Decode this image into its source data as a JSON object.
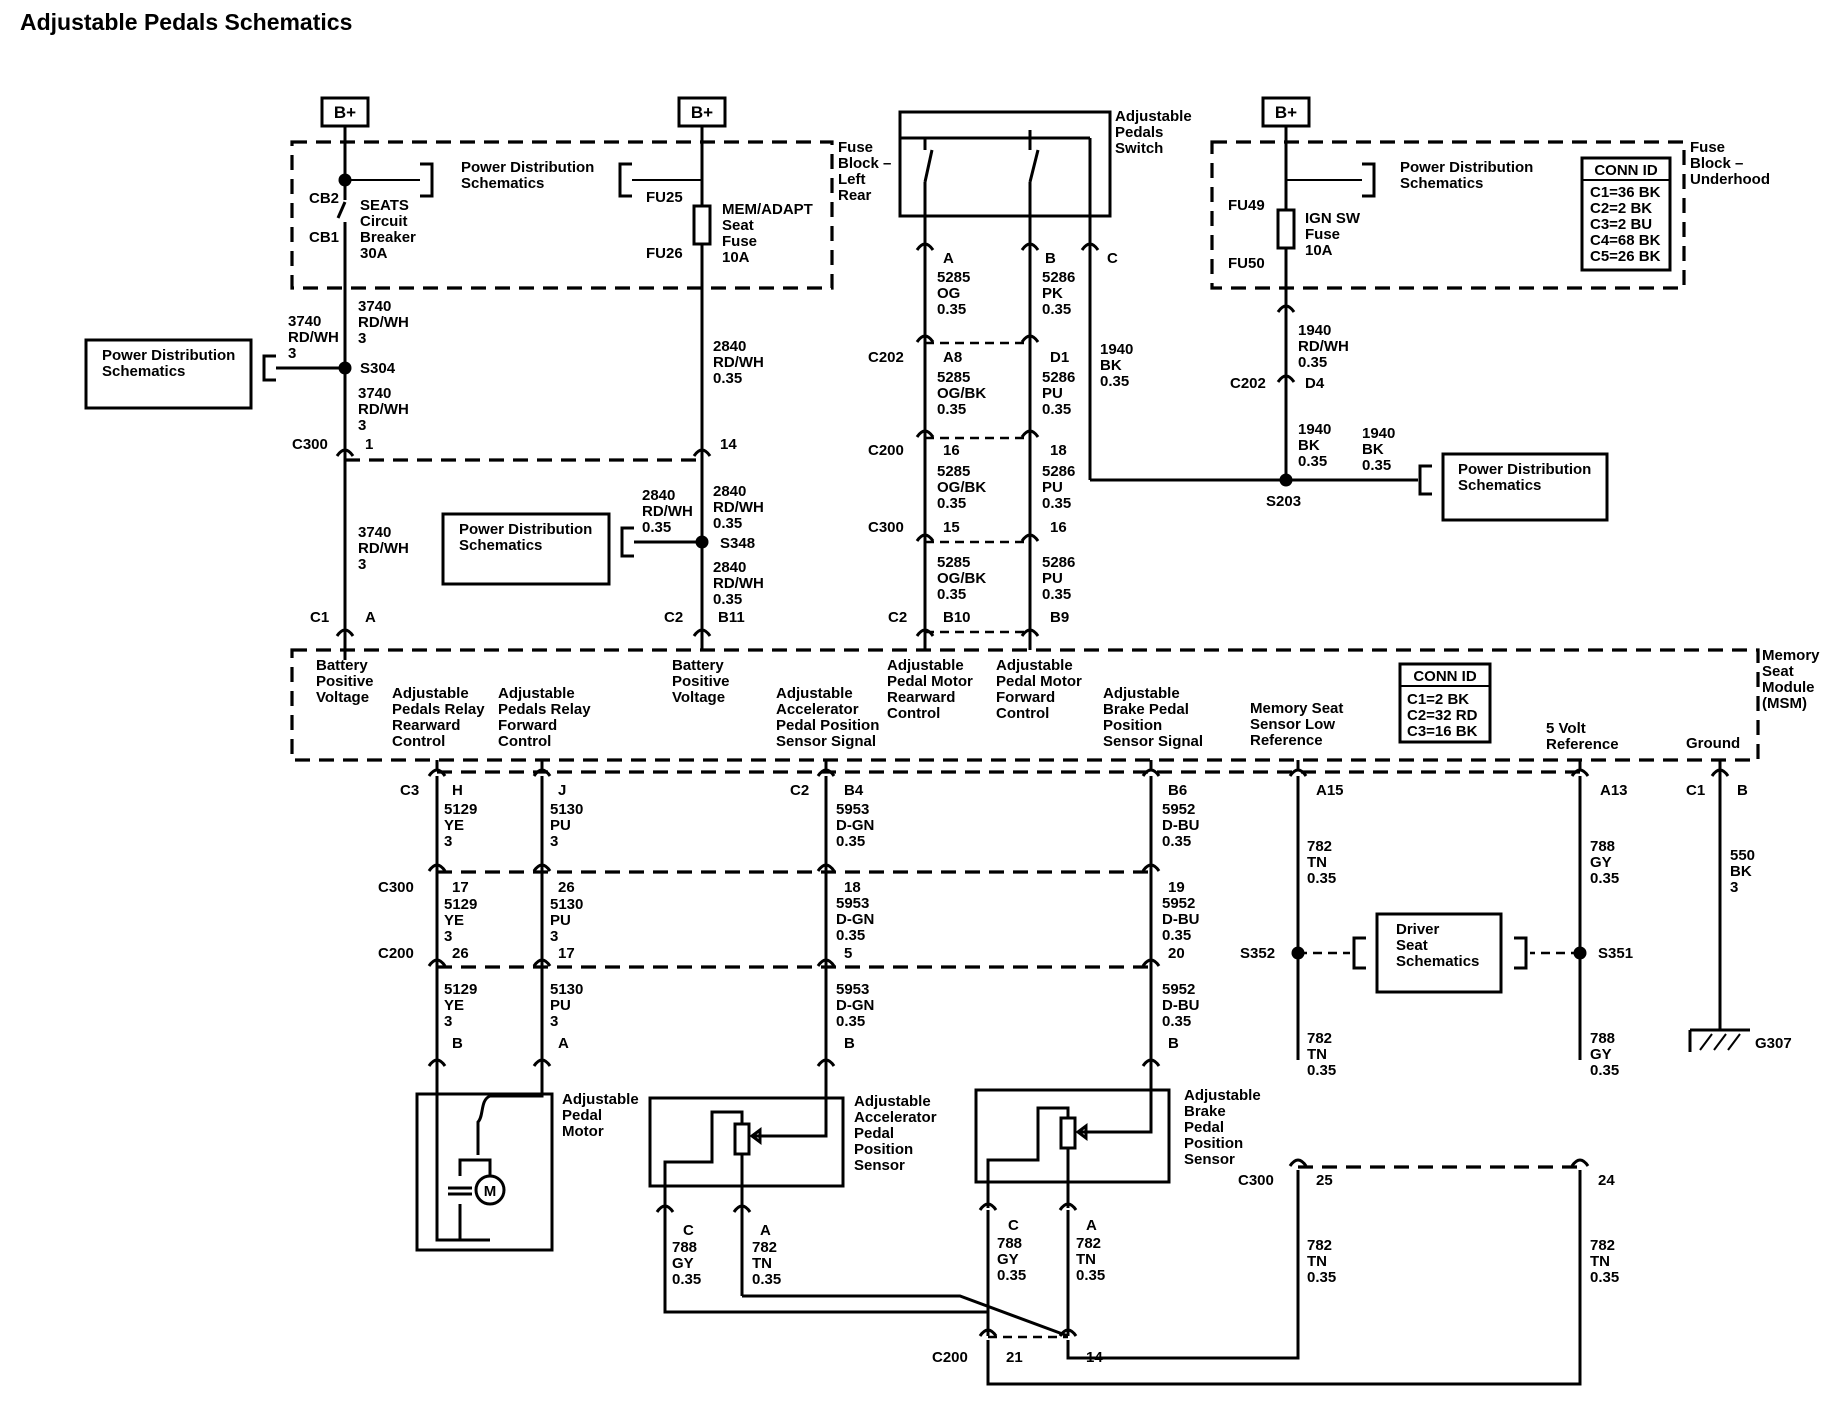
{
  "title": "Adjustable Pedals Schematics",
  "bplus": "B+",
  "fuse_block_left_rear": [
    "Fuse",
    "Block –",
    "Left",
    "Rear"
  ],
  "fuse_block_underhood": [
    "Fuse",
    "Block –",
    "Underhood"
  ],
  "power_distribution": [
    "Power Distribution",
    "Schematics"
  ],
  "driver_seat": [
    "Driver",
    "Seat",
    "Schematics"
  ],
  "cb2": "CB2",
  "cb1": "CB1",
  "seats_breaker": [
    "SEATS",
    "Circuit",
    "Breaker",
    "30A"
  ],
  "fu25": "FU25",
  "fu26": "FU26",
  "mem_fuse": [
    "MEM/ADAPT",
    "Seat",
    "Fuse",
    "10A"
  ],
  "fu49": "FU49",
  "fu50": "FU50",
  "ign_fuse": [
    "IGN SW",
    "Fuse",
    "10A"
  ],
  "switch_label": [
    "Adjustable",
    "Pedals",
    "Switch"
  ],
  "switch_pins": [
    "A",
    "B",
    "C"
  ],
  "conn_id_fuse": {
    "title": "CONN ID",
    "rows": [
      "C1=36 BK",
      "C2=2 BK",
      "C3=2 BU",
      "C4=68 BK",
      "C5=26 BK"
    ]
  },
  "conn_id_msm": {
    "title": "CONN ID",
    "rows": [
      "C1=2 BK",
      "C2=32 RD",
      "C3=16 BK"
    ]
  },
  "msm_label": [
    "Memory",
    "Seat",
    "Module",
    "(MSM)"
  ],
  "wires": {
    "w3740": [
      "3740",
      "RD/WH",
      "3"
    ],
    "w2840": [
      "2840",
      "RD/WH",
      "0.35"
    ],
    "w5285a": [
      "5285",
      "OG",
      "0.35"
    ],
    "w5286a": [
      "5286",
      "PK",
      "0.35"
    ],
    "w5285": [
      "5285",
      "OG/BK",
      "0.35"
    ],
    "w5286": [
      "5286",
      "PU",
      "0.35"
    ],
    "w1940": [
      "1940",
      "BK",
      "0.35"
    ],
    "w1940rd": [
      "1940",
      "RD/WH",
      "0.35"
    ],
    "w5129": [
      "5129",
      "YE",
      "3"
    ],
    "w5130": [
      "5130",
      "PU",
      "3"
    ],
    "w5953": [
      "5953",
      "D-GN",
      "0.35"
    ],
    "w5952": [
      "5952",
      "D-BU",
      "0.35"
    ],
    "w782": [
      "782",
      "TN",
      "0.35"
    ],
    "w788": [
      "788",
      "GY",
      "0.35"
    ],
    "w550": [
      "550",
      "BK",
      "3"
    ]
  },
  "splices": {
    "s304": "S304",
    "s348": "S348",
    "s203": "S203",
    "s352": "S352",
    "s351": "S351"
  },
  "connectors": {
    "c1": "C1",
    "c2": "C2",
    "c3": "C3",
    "c200": "C200",
    "c202": "C202",
    "c300": "C300"
  },
  "pins": {
    "p1": "1",
    "p14": "14",
    "pA": "A",
    "pB11": "B11",
    "pA8": "A8",
    "pD1": "D1",
    "p16": "16",
    "p18": "18",
    "p15": "15",
    "pB10": "B10",
    "pB9": "B9",
    "pD4": "D4",
    "pH": "H",
    "pJ": "J",
    "pB4": "B4",
    "pB6": "B6",
    "pA15": "A15",
    "pA13": "A13",
    "pB": "B",
    "p17": "17",
    "p26": "26",
    "p19": "19",
    "p5": "5",
    "p20": "20",
    "p25": "25",
    "p24": "24",
    "p21": "21",
    "pC": "C"
  },
  "msm_functions": {
    "batt1": [
      "Battery",
      "Positive",
      "Voltage"
    ],
    "rear_relay": [
      "Adjustable",
      "Pedals Relay",
      "Rearward",
      "Control"
    ],
    "fwd_relay": [
      "Adjustable",
      "Pedals Relay",
      "Forward",
      "Control"
    ],
    "batt2": [
      "Battery",
      "Positive",
      "Voltage"
    ],
    "accel_signal": [
      "Adjustable",
      "Accelerator",
      "Pedal Position",
      "Sensor Signal"
    ],
    "motor_rear": [
      "Adjustable",
      "Pedal Motor",
      "Rearward",
      "Control"
    ],
    "motor_fwd": [
      "Adjustable",
      "Pedal Motor",
      "Forward",
      "Control"
    ],
    "brake_signal": [
      "Adjustable",
      "Brake Pedal",
      "Position",
      "Sensor Signal"
    ],
    "low_ref": [
      "Memory Seat",
      "Sensor Low",
      "Reference"
    ],
    "ref5v": [
      "5 Volt",
      "Reference"
    ],
    "ground": [
      "Ground"
    ]
  },
  "components": {
    "motor": [
      "Adjustable",
      "Pedal",
      "Motor"
    ],
    "motor_symbol": "M",
    "accel_sensor": [
      "Adjustable",
      "Accelerator",
      "Pedal",
      "Position",
      "Sensor"
    ],
    "brake_sensor": [
      "Adjustable",
      "Brake",
      "Pedal",
      "Position",
      "Sensor"
    ]
  },
  "ground_label": "G307"
}
